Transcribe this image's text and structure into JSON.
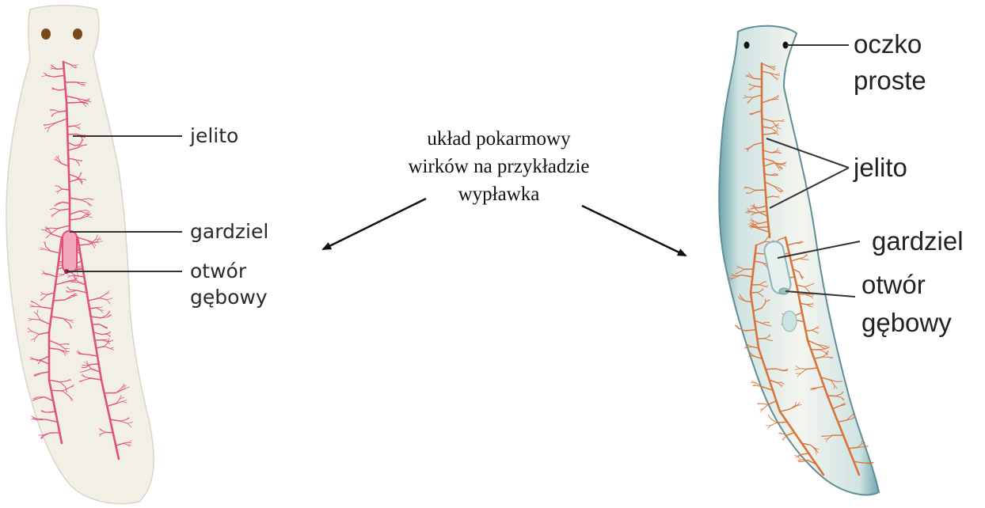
{
  "caption": {
    "line1": "układ pokarmowy",
    "line2": "wirków na przykładzie",
    "line3": "wypławka"
  },
  "left_figure": {
    "labels": {
      "jelito": "jelito",
      "gardziel": "gardziel",
      "otwor_line1": "otwór",
      "otwor_line2": "gębowy"
    }
  },
  "right_figure": {
    "labels": {
      "oczko_line1": "oczko",
      "oczko_line2": "proste",
      "jelito": "jelito",
      "gardziel": "gardziel",
      "otwor_line1": "otwór",
      "otwor_line2": "gębowy"
    }
  },
  "colors": {
    "left_body_fill": "#f1efe6",
    "left_gut": "#e0507a",
    "right_body_fill": "#f3f4ee",
    "right_body_edge": "#7fb3b8",
    "right_gut": "#d9733a",
    "leader_line": "#333333"
  }
}
